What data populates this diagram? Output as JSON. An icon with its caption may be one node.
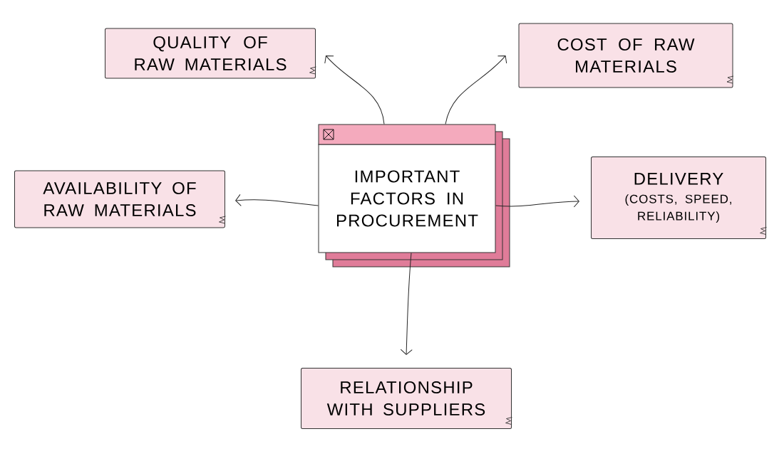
{
  "diagram": {
    "nodes": [
      {
        "text": [
          "IMPORTANT FACTORS IN PROCUREMENT"
        ]
      },
      {
        "text": [
          "QUALITY OF RAW MATERIALS"
        ]
      },
      {
        "text": [
          "COST OF RAW MATERIALS"
        ]
      },
      {
        "text": [
          "AVAILABILITY OF RAW MATERIALS"
        ]
      },
      {
        "text": [
          "DELIVERY",
          "(COSTS, SPEED, RELIABILITY)"
        ]
      },
      {
        "text": [
          "RELATIONSHIP WITH SUPPLIERS"
        ]
      }
    ],
    "edges": [
      {
        "from": 0,
        "to": 1,
        "arrow": "to"
      },
      {
        "from": 0,
        "to": 2,
        "arrow": "to"
      },
      {
        "from": 0,
        "to": 3,
        "arrow": "to"
      },
      {
        "from": 0,
        "to": 4,
        "arrow": "to"
      },
      {
        "from": 0,
        "to": 5,
        "arrow": "to"
      }
    ]
  }
}
